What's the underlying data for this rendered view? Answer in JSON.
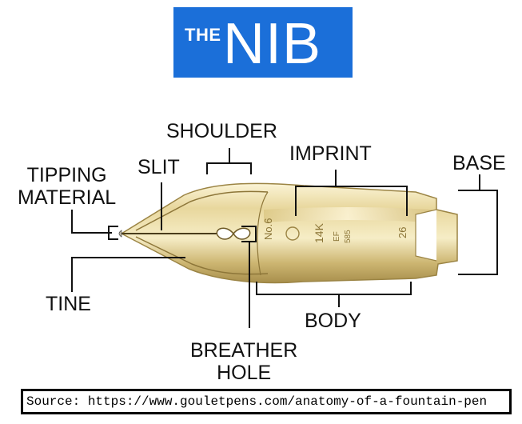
{
  "title": {
    "prefix": "THE",
    "main": "NIB"
  },
  "labels": {
    "tipping_line1": "TIPPING",
    "tipping_line2": "MATERIAL",
    "slit": "SLIT",
    "shoulder": "SHOULDER",
    "imprint": "IMPRINT",
    "base": "BASE",
    "tine": "TINE",
    "body": "BODY",
    "breather_line1": "BREATHER",
    "breather_line2": "HOLE"
  },
  "imprint_text": {
    "number": "No.6",
    "karat": "14K",
    "size": "EF",
    "fineness": "585",
    "model": "26"
  },
  "source": "Source: https://www.gouletpens.com/anatomy-of-a-fountain-pen",
  "colors": {
    "title_bg": "#1b6fd9",
    "gold_light": "#f4e9bd",
    "gold_mid": "#dcc887",
    "gold_dark": "#8f7a3f",
    "line": "#111111"
  }
}
